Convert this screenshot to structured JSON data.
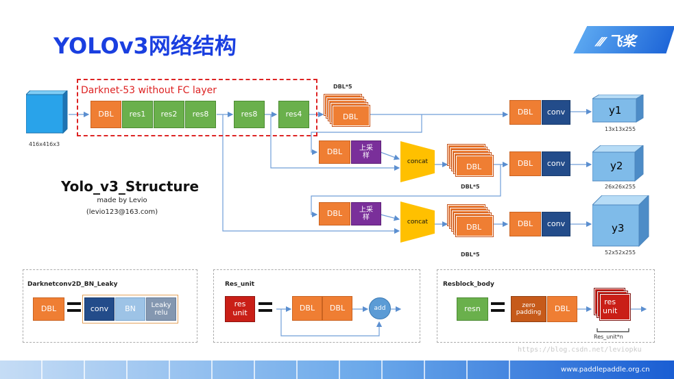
{
  "title": "YOLOv3网络结构",
  "logo": {
    "text": "飞桨",
    "glyph": "paddle-logo"
  },
  "colors": {
    "title": "#1a3fe0",
    "dbl": "#ef7e33",
    "res": "#6ab04c",
    "conv": "#234c8a",
    "concat": "#ffc000",
    "upsample": "#7a2f9a",
    "darknet_border": "#dd2222"
  },
  "input": {
    "size": "416x416x3"
  },
  "darknet": {
    "label": "Darknet-53 without FC layer"
  },
  "backbone": [
    "DBL",
    "res1",
    "res2",
    "res8",
    "res8",
    "res4"
  ],
  "stack_top": "DBL*5",
  "stack_inner": "DBL",
  "branch": {
    "dbl": "DBL",
    "upsample": "上采\n样",
    "concat": "concat",
    "stack_label": "DBL*5"
  },
  "heads": [
    {
      "dbl": "DBL",
      "conv": "conv",
      "out": "y1",
      "size": "13x13x255"
    },
    {
      "dbl": "DBL",
      "conv": "conv",
      "out": "y2",
      "size": "26x26x255"
    },
    {
      "dbl": "DBL",
      "conv": "conv",
      "out": "y3",
      "size": "52x52x255"
    }
  ],
  "structure": {
    "title": "Yolo_v3_Structure",
    "author": "made by Levio",
    "email": "(levio123@163.com)"
  },
  "legend": {
    "dbl_box": {
      "title": "Darknetconv2D_BN_Leaky",
      "lhs": "DBL",
      "conv": "conv",
      "bn": "BN",
      "leaky": "Leaky\nrelu"
    },
    "res_box": {
      "title": "Res_unit",
      "lhs": "res\nunit",
      "dbl1": "DBL",
      "dbl2": "DBL",
      "add": "add"
    },
    "block_box": {
      "title": "Resblock_body",
      "lhs": "resn",
      "zero": "zero\npadding",
      "dbl": "DBL",
      "res": "res\nunit",
      "note": "Res_unit*n"
    }
  },
  "watermark": "https://blog.csdn.net/leviopku",
  "footer_url": "www.paddlepaddle.org.cn"
}
